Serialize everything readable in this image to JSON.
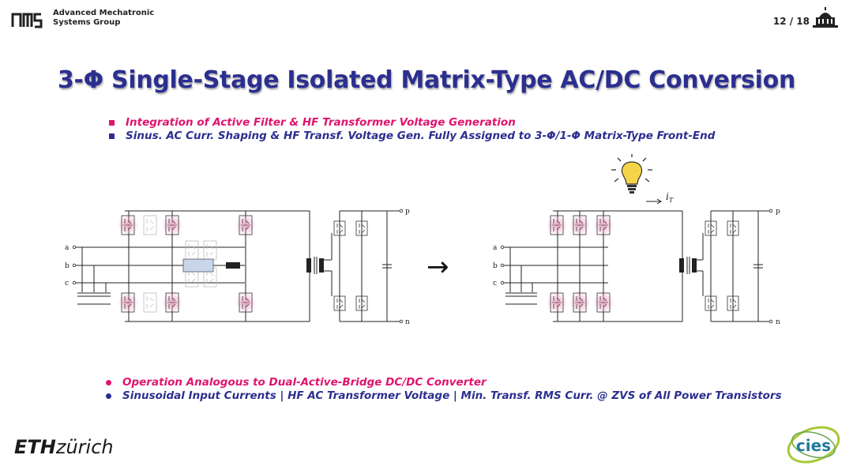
{
  "header": {
    "org_line1": "Advanced Mechatronic",
    "org_line2": "Systems Group",
    "page": "12 / 18"
  },
  "title": "3-Φ Single-Stage Isolated Matrix-Type AC/DC Conversion",
  "bullets_top": [
    {
      "text": "Integration of Active Filter & HF Transformer Voltage Generation",
      "color": "#e0146e"
    },
    {
      "text": "Sinus. AC Curr. Shaping & HF Transf. Voltage Gen. Fully Assigned to 3-Φ/1-Φ Matrix-Type Front-End",
      "color": "#2b2f8f"
    }
  ],
  "bullets_bottom": [
    {
      "text": "Operation Analogous to Dual-Active-Bridge DC/DC Converter",
      "color": "#e0146e"
    },
    {
      "text": "Sinusoidal Input Currents | HF AC Transformer Voltage | Min. Transf. RMS Curr. @ ZVS of All Power Transistors",
      "color": "#2b2f8f"
    }
  ],
  "diagram": {
    "phase_labels": [
      "a",
      "b",
      "c"
    ],
    "dc_labels": [
      "p",
      "n"
    ],
    "current_label": "i",
    "current_subscript": "T",
    "arrow_glyph": "→"
  },
  "footer": {
    "eth_bold": "ETH",
    "eth_rest": "zürich",
    "cies": "cies"
  },
  "colors": {
    "title": "#2b2f8f",
    "accent_pink": "#e0146e",
    "highlight": "#f4c6dc"
  }
}
